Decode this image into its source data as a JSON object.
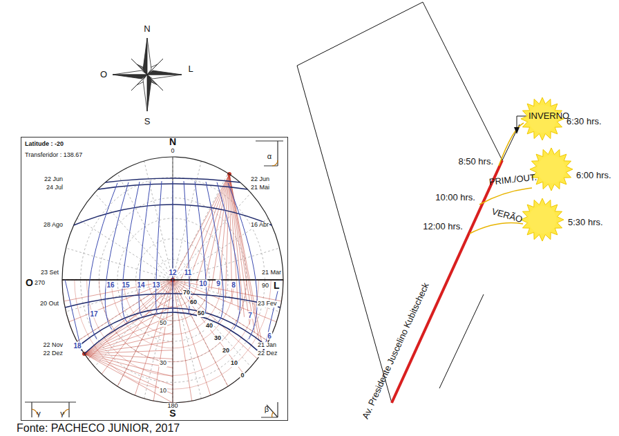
{
  "diagram": {
    "caption": "Fonte: PACHECO JUNIOR, 2017",
    "labels": [
      "N",
      "O",
      "L",
      "S",
      "Latitude : -20",
      "Transferidor : 138.67",
      "N",
      "0",
      "22 Jun",
      "24 Jul",
      "28 Ago",
      "23 Set",
      "O",
      "270",
      "20 Out",
      "22 Nov",
      "22 Dez",
      "22 Jun",
      "21 Mai",
      "16 Abr",
      "21 Mar",
      "90",
      "L",
      "23 Fev",
      "21 Jan",
      "22 Dez",
      "S",
      "180",
      "18",
      "17",
      "16",
      "15",
      "14",
      "13",
      "12",
      "11",
      "10",
      "9",
      "8",
      "7",
      "6",
      "70",
      "60",
      "50",
      "40",
      "30",
      "20",
      "10",
      "0",
      "50",
      "30",
      "10",
      "α",
      "β",
      "γ",
      "γ",
      "INVERNO",
      "8:50 hrs.",
      "6:30 hrs.",
      "10:00 hrs.",
      "PRIM./OUT.",
      "6:00 hrs.",
      "12:00 hrs.",
      "VERÃO",
      "5:30 hrs.",
      "Av. Presidente Juscelino Kubitscheck"
    ]
  }
}
